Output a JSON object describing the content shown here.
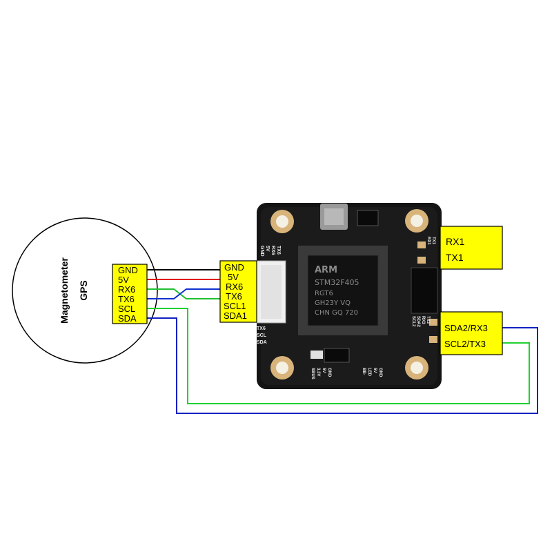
{
  "gps": {
    "line1": "Magnetometer",
    "line2": "GPS",
    "pins": [
      "GND",
      "5V",
      "RX6",
      "TX6",
      "SCL",
      "SDA"
    ]
  },
  "fc_left": {
    "pins": [
      "GND",
      "5V",
      "RX6",
      "TX6",
      "SCL1",
      "SDA1"
    ]
  },
  "fc_uart1": {
    "pins": [
      "RX1",
      "TX1"
    ]
  },
  "fc_i2c2": {
    "pins": [
      "SDA2/RX3",
      "SCL2/TX3"
    ]
  },
  "board": {
    "chip_lines": [
      "ARM",
      "STM32F405",
      "RGT6",
      "GH23Y VQ",
      "CHN GQ 720"
    ],
    "silk_top": [
      "GND",
      "5V",
      "RX6",
      "TX6"
    ],
    "silk_left": [
      "TX6",
      "SCL",
      "SDA"
    ],
    "silk_bottom": [
      "SBUS",
      "3.3V",
      "5V",
      "GND",
      "BB-",
      "LED",
      "5V",
      "GND"
    ],
    "silk_right": [
      "RX1",
      "TX1",
      "SCL2",
      "SDA2",
      "RX3",
      "TX3"
    ]
  },
  "colors": {
    "gnd_wire": "#000000",
    "vcc_wire": "#e00000",
    "rx_wire": "#1030d0",
    "tx_wire": "#20c030",
    "scl_wire": "#20d030",
    "sda_wire": "#1020c0",
    "label_fill": "#ffff00",
    "pcb": "#111111"
  }
}
